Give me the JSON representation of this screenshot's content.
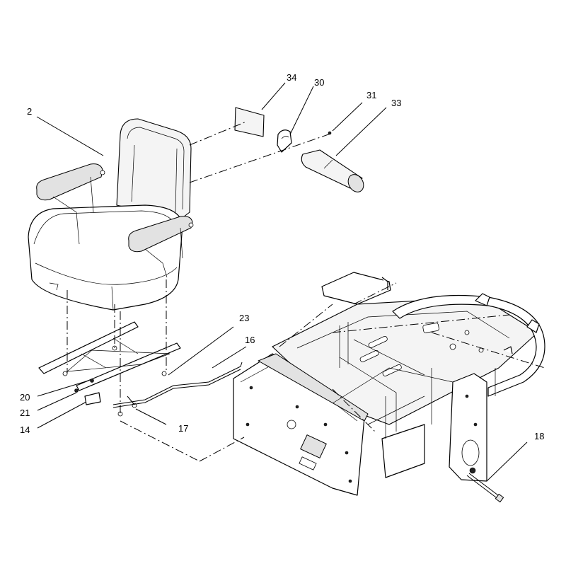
{
  "callouts": {
    "c2": "2",
    "c34": "34",
    "c30": "30",
    "c31": "31",
    "c33": "33",
    "c23": "23",
    "c16": "16",
    "c20": "20",
    "c21": "21",
    "c14": "14",
    "c17": "17",
    "c18": "18"
  },
  "colors": {
    "line": "#000000",
    "background": "#ffffff",
    "part_fill": "#f4f4f4"
  }
}
